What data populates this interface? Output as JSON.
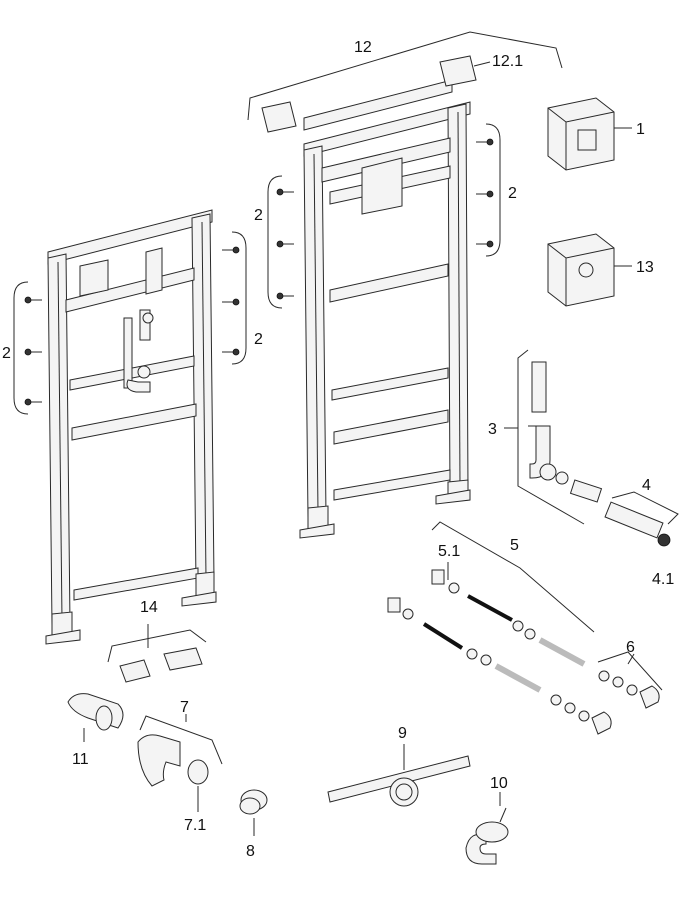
{
  "labels": {
    "l1": "1",
    "l2a": "2",
    "l2b": "2",
    "l2c": "2",
    "l2d": "2",
    "l3": "3",
    "l4": "4",
    "l41": "4.1",
    "l5": "5",
    "l51": "5.1",
    "l6": "6",
    "l7": "7",
    "l71": "7.1",
    "l8": "8",
    "l9": "9",
    "l10": "10",
    "l11": "11",
    "l12": "12",
    "l121": "12.1",
    "l13": "13",
    "l14": "14"
  }
}
